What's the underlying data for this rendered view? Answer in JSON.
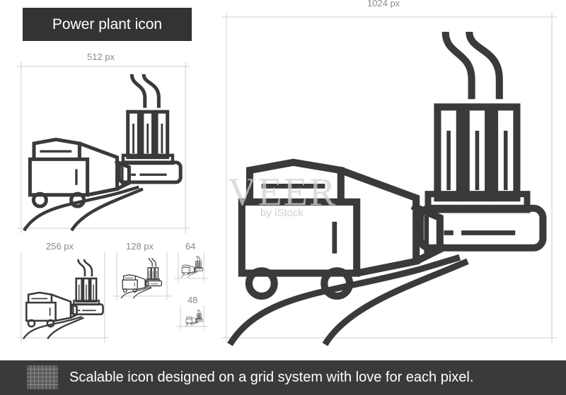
{
  "title": "Power plant icon",
  "sizes": {
    "s1024": "1024 px",
    "s512": "512 px",
    "s256": "256 px",
    "s128": "128 px",
    "s64": "64",
    "s48": "48"
  },
  "watermark": {
    "brand": "VEER",
    "sub": "by iStock"
  },
  "footer": {
    "text": "Scalable icon designed on a grid system with love for each pixel."
  },
  "icons": {
    "footer_icon": "grid-icon",
    "main_icon": "power-plant-icon"
  },
  "colors": {
    "stroke": "#3a3a3a",
    "title_bg": "#333333",
    "footer_bg": "#3a3a3a",
    "guide": "#cfcfcf"
  }
}
